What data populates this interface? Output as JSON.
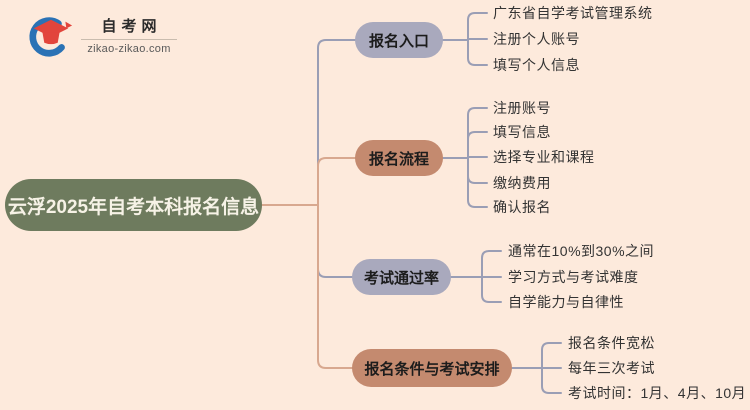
{
  "logo": {
    "site_name": "自考网",
    "domain": "zikao-zikao.com"
  },
  "root": {
    "label": "云浮2025年自考本科报名信息"
  },
  "branches": [
    {
      "label": "报名入口",
      "color": "lavender",
      "children": [
        "广东省自学考试管理系统",
        "注册个人账号",
        "填写个人信息"
      ]
    },
    {
      "label": "报名流程",
      "color": "salmon",
      "children": [
        "注册账号",
        "填写信息",
        "选择专业和课程",
        "缴纳费用",
        "确认报名"
      ]
    },
    {
      "label": "考试通过率",
      "color": "lavender",
      "children": [
        "通常在10%到30%之间",
        "学习方式与考试难度",
        "自学能力与自律性"
      ]
    },
    {
      "label": "报名条件与考试安排",
      "color": "salmon",
      "children": [
        "报名条件宽松",
        "每年三次考试",
        "考试时间：1月、4月、10月"
      ]
    }
  ],
  "colors": {
    "bg": "#fdeadc",
    "root_bg": "#6e7b5e",
    "root_text": "#f6f2e6",
    "lavender_node": "#a9a9bd",
    "salmon_node": "#c48a6f",
    "node_text": "#1c1c1c",
    "child_text": "#333333",
    "line_gray": "#9a9eb5",
    "line_salmon": "#d8a88f",
    "logo_blue": "#2a72b5",
    "logo_red": "#e2453c",
    "logo_text": "#2b2b2b",
    "logo_domain": "#5a5a5a"
  }
}
